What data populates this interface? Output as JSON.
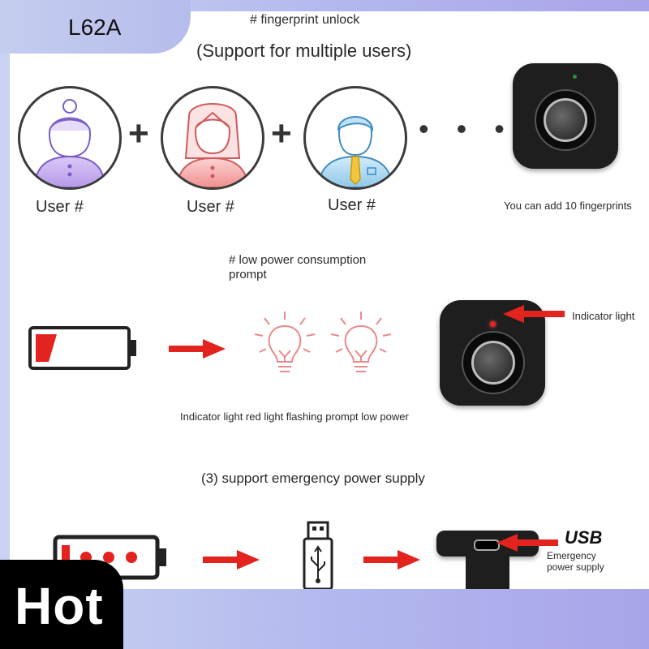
{
  "tag": {
    "text": "L62A"
  },
  "badge": {
    "text": "Hot"
  },
  "section1": {
    "title": "# fingerprint unlock",
    "subtitle": "(Support for multiple users)",
    "users": [
      {
        "label": "User #",
        "icon": "grandma-avatar-icon",
        "color": "#b69de8"
      },
      {
        "label": "User #",
        "icon": "woman-avatar-icon",
        "color": "#ee9a9a"
      },
      {
        "label": "User #",
        "icon": "man-avatar-icon",
        "color": "#8fc8ea"
      }
    ],
    "plus": "+",
    "ellipsis": "• • • •",
    "device_caption": "You can add 10 fingerprints"
  },
  "section2": {
    "title_line1": "# low power consumption",
    "title_line2": "prompt",
    "indicator_label": "Indicator light",
    "caption": "Indicator light red light flashing prompt low power"
  },
  "section3": {
    "title": "(3) support emergency power supply",
    "usb_label": "USB",
    "emergency_line1": "Emergency",
    "emergency_line2": "power supply"
  },
  "colors": {
    "red": "#e3231d",
    "accent": "#b3b9ee",
    "device": "#1e1e1e"
  }
}
